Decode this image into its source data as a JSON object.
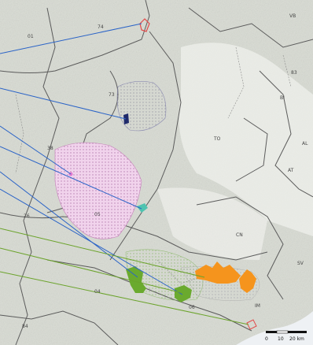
{
  "map": {
    "region_labels": {
      "r01": "01",
      "r74": "74",
      "r73": "73",
      "r38": "38",
      "r26": "26",
      "r05": "05",
      "r04": "04",
      "r06": "06",
      "r84": "84",
      "r83": "83",
      "to": "TO",
      "cn": "CN",
      "sv": "SV",
      "im": "IM",
      "vb": "VB",
      "al": "AL",
      "at": "AT",
      "bi": "BI"
    },
    "scale_bar": {
      "label_0": "0",
      "label_10": "10",
      "label_20": "20 km"
    },
    "colors": {
      "leader_blue": "#2a63c7",
      "leader_green": "#6ba32b",
      "orange_zone": "#f5941d",
      "green_zone": "#6aaa2e",
      "teal_zone": "#4fc3b0",
      "navy_zone": "#1f2a6b",
      "pink_zone": "#e6a0d6",
      "red_zone": "#e24a4a"
    }
  }
}
